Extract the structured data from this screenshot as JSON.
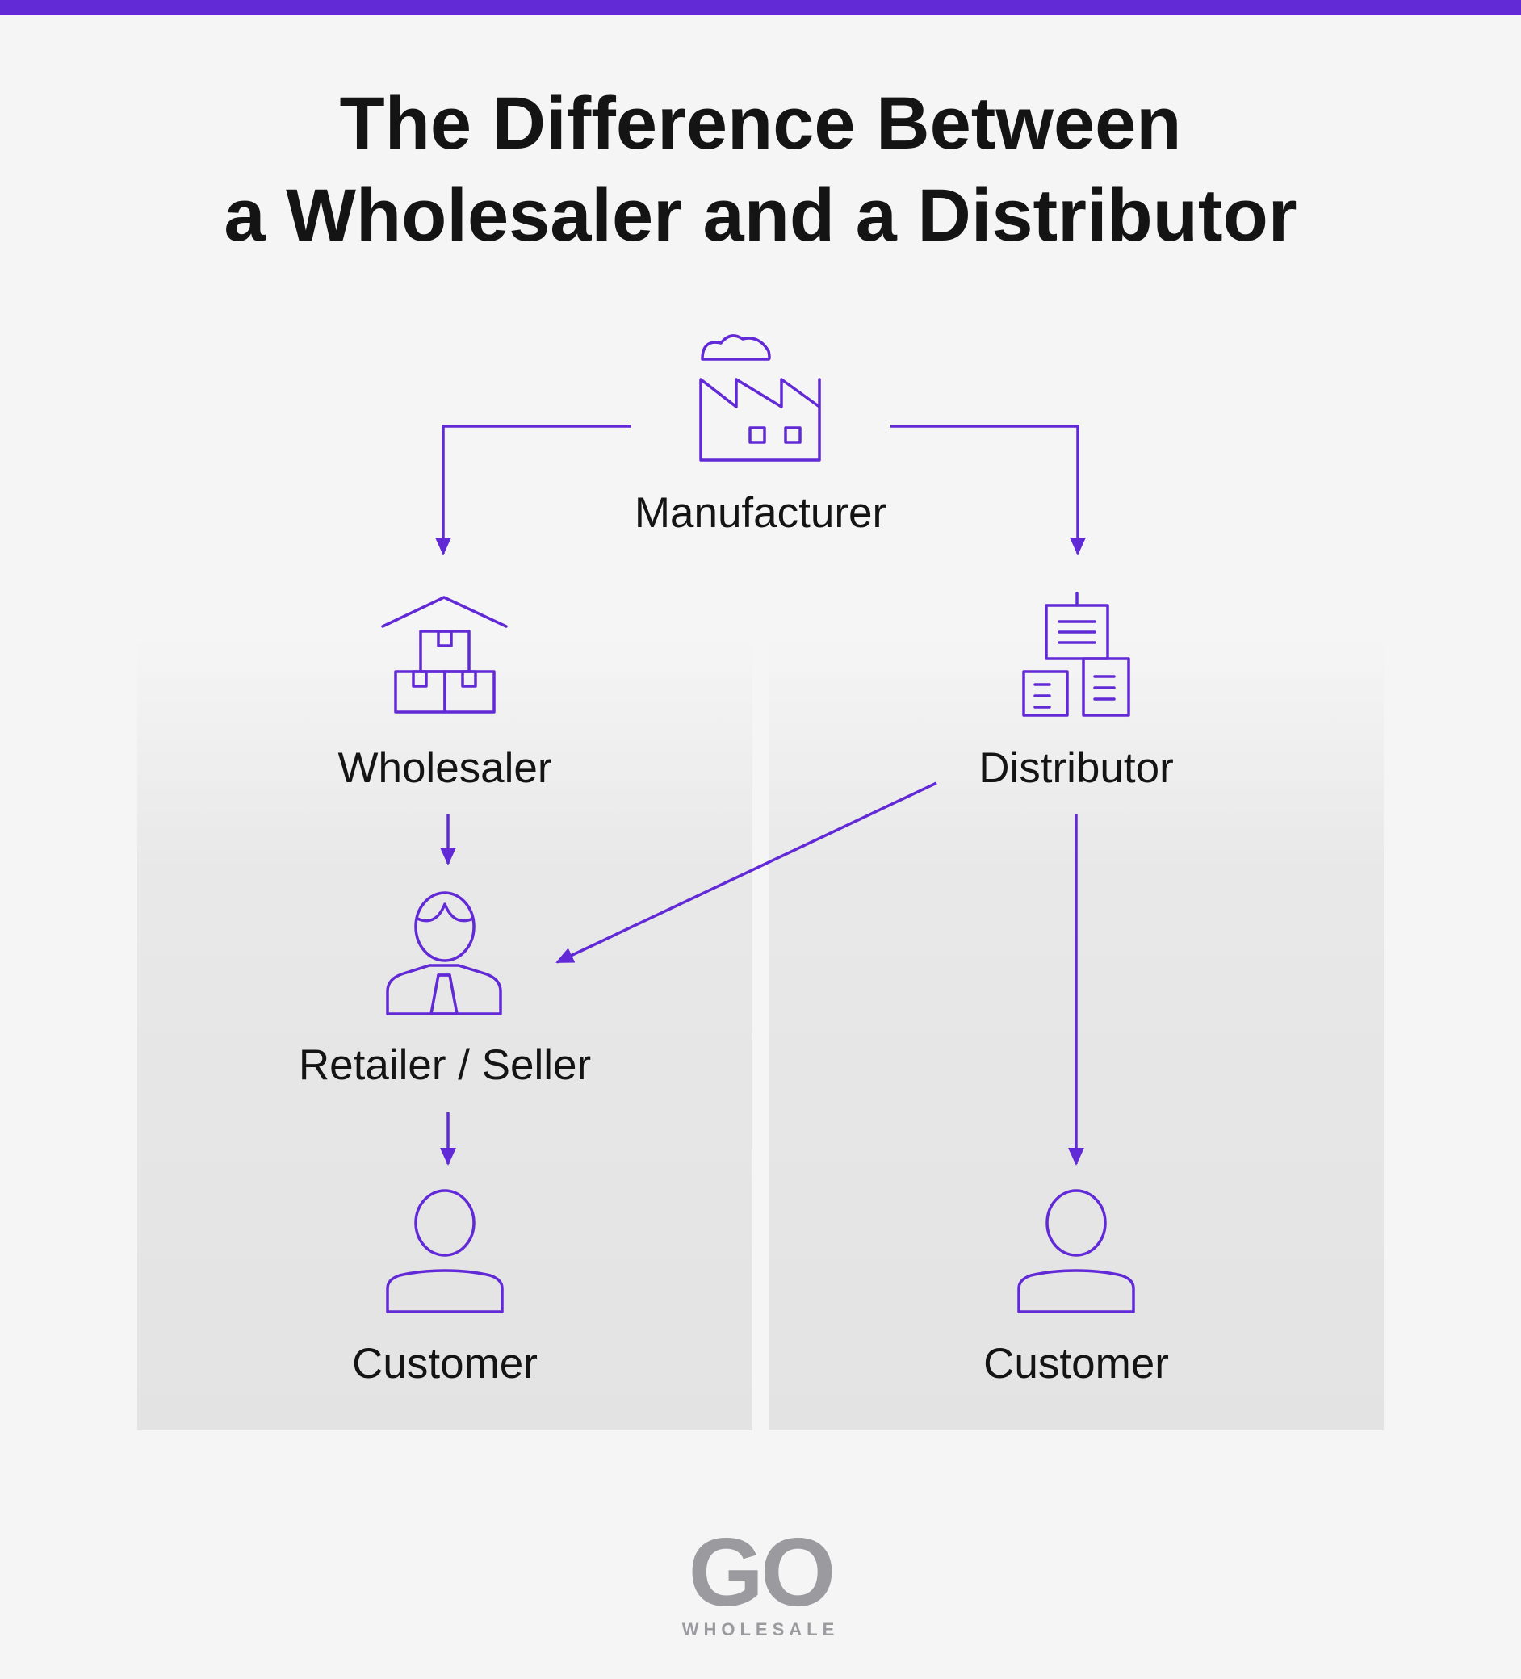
{
  "title": {
    "line1": "The Difference Between",
    "line2": "a Wholesaler and a Distributor"
  },
  "nodes": {
    "manufacturer": "Manufacturer",
    "wholesaler": "Wholesaler",
    "distributor": "Distributor",
    "retailer": "Retailer / Seller",
    "customer_left": "Customer",
    "customer_right": "Customer"
  },
  "icons": {
    "manufacturer": "factory-icon",
    "wholesaler": "warehouse-boxes-icon",
    "distributor": "distribution-buildings-icon",
    "retailer": "businessman-icon",
    "customer": "person-icon"
  },
  "logo": {
    "word": "GO",
    "sub": "WHOLESALE"
  },
  "colors": {
    "accent": "#6229d6",
    "text": "#141414",
    "panel": "#e4e4e4",
    "background": "#f5f5f5",
    "logo": "#9a9a9f"
  }
}
